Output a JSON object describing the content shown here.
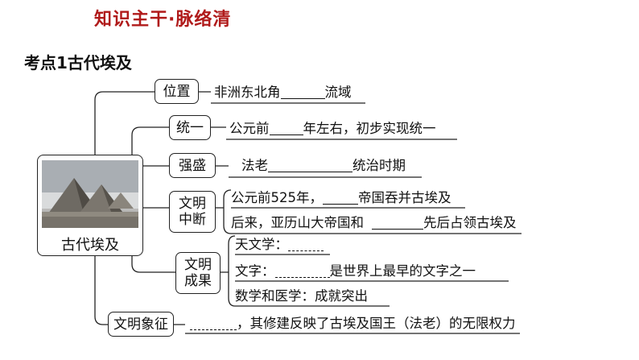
{
  "header": {
    "title": "知识主干·脉络清",
    "subtitle": "考点1古代埃及"
  },
  "root": {
    "label": "古代埃及",
    "image_icon": "pyramids-photo"
  },
  "branches": {
    "location": {
      "label": "位置",
      "text_before": "非洲东北角",
      "text_after": "流域"
    },
    "unification": {
      "label": "统一",
      "text_before": "公元前",
      "text_after": "年左右，初步实现统一"
    },
    "prosperity": {
      "label": "强盛",
      "text_before": "法老",
      "text_after": "统治时期"
    },
    "interruption": {
      "label_line1": "文明",
      "label_line2": "中断",
      "item1_before": "公元前525年，",
      "item1_after": "帝国吞并古埃及",
      "item2_before": "后来，亚历山大帝国和",
      "item2_after": "先后占领古埃及"
    },
    "achievements": {
      "label_line1": "文明",
      "label_line2": "成果",
      "astronomy": "天文学：",
      "writing_before": "文字：",
      "writing_after": "是世界上最早的文字之一",
      "math": "数学和医学：成就突出"
    },
    "symbol": {
      "label": "文明象征",
      "text_after": "，其修建反映了古埃及国王（法老）的无限权力"
    }
  },
  "colors": {
    "title": "#b01a1a",
    "line": "#222222"
  }
}
